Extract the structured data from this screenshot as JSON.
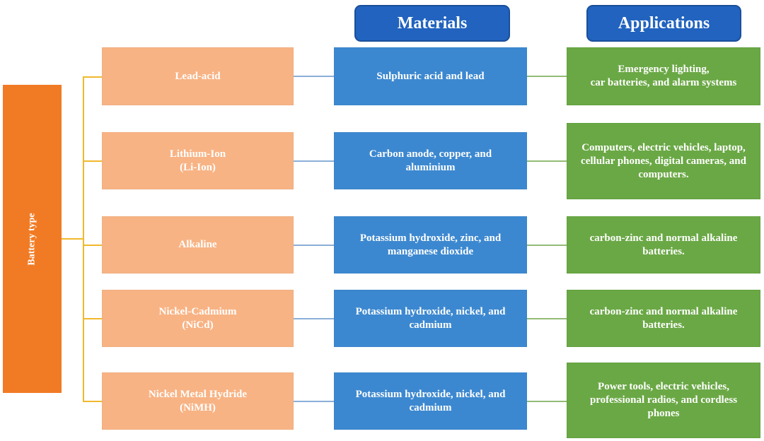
{
  "root": {
    "label": "Battery type"
  },
  "headers": {
    "materials": "Materials",
    "applications": "Applications"
  },
  "rows": [
    {
      "type": [
        "Lead-acid"
      ],
      "materials": [
        "Sulphuric acid and lead"
      ],
      "applications": [
        "Emergency lighting,",
        "car batteries, and alarm systems"
      ]
    },
    {
      "type": [
        "Lithium-Ion",
        "(Li-Ion)"
      ],
      "materials": [
        "Carbon anode, copper, and",
        "aluminium"
      ],
      "applications": [
        "Computers, electric vehicles, laptop,",
        "cellular phones, digital cameras, and",
        "computers."
      ]
    },
    {
      "type": [
        "Alkaline"
      ],
      "materials": [
        "Potassium hydroxide, zinc, and",
        "manganese dioxide"
      ],
      "applications": [
        "carbon-zinc and normal alkaline",
        "batteries."
      ]
    },
    {
      "type": [
        "Nickel-Cadmium",
        "(NiCd)"
      ],
      "materials": [
        "Potassium hydroxide, nickel, and",
        "cadmium"
      ],
      "applications": [
        "carbon-zinc and normal alkaline",
        "batteries."
      ]
    },
    {
      "type": [
        "Nickel Metal Hydride",
        "(NiMH)"
      ],
      "materials": [
        "Potassium hydroxide, nickel, and",
        "cadmium"
      ],
      "applications": [
        "Power tools, electric vehicles,",
        "professional radios, and cordless",
        "phones"
      ]
    }
  ],
  "colors": {
    "root": "#f17b25",
    "type_box": "#f8b384",
    "materials_box": "#3c88d0",
    "applications_box": "#6aa845",
    "header": "#2163bf",
    "tree_line": "#f0b92d"
  }
}
